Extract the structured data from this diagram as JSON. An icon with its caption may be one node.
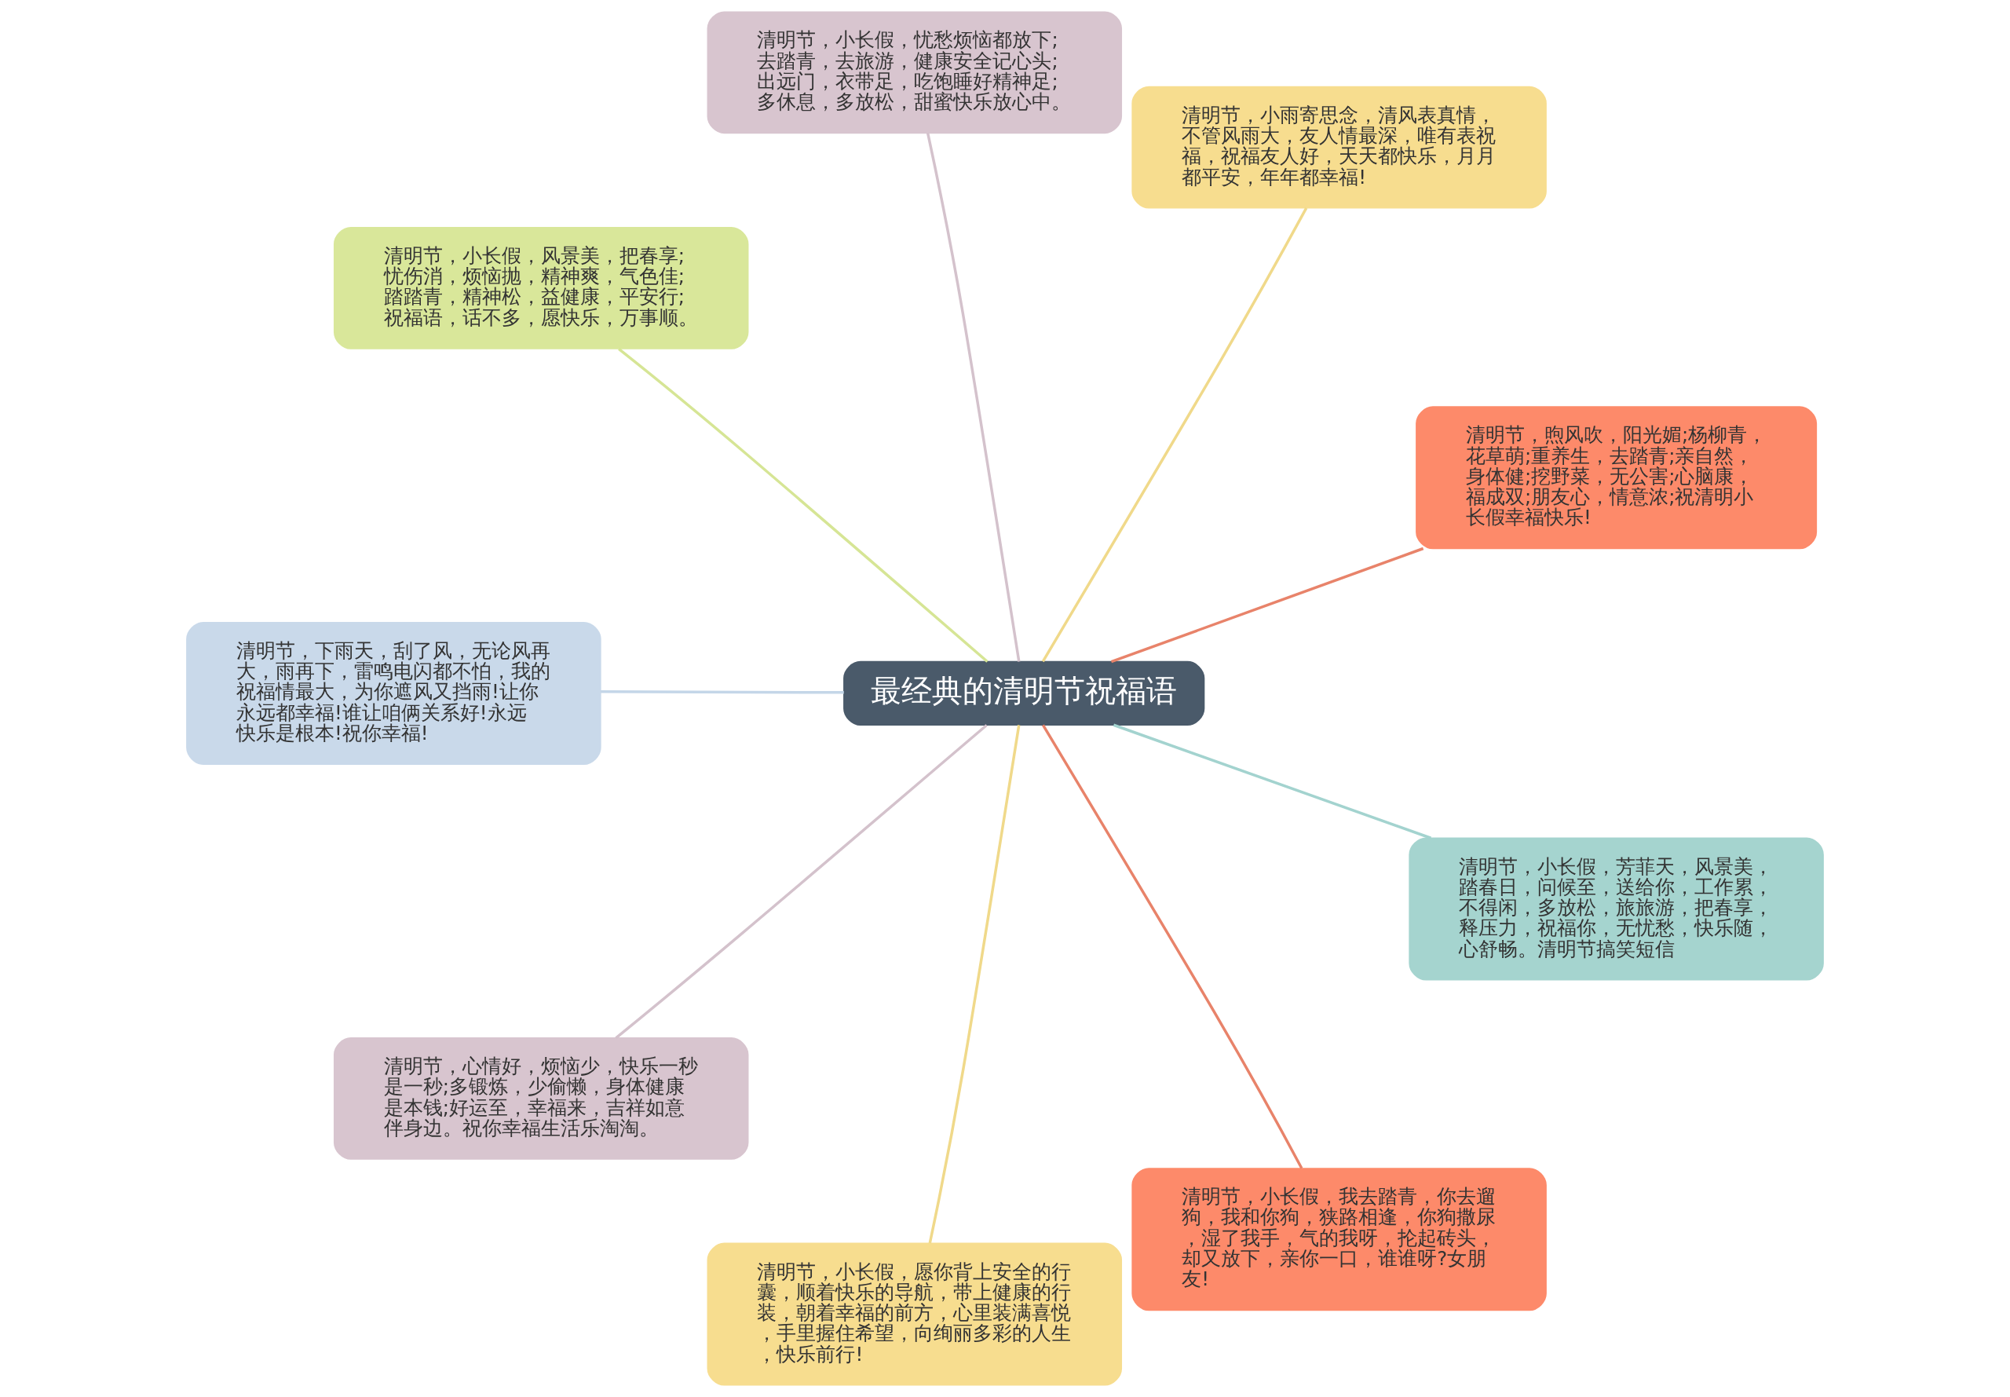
{
  "diagram": {
    "nodes": [
      {
        "text": [
          "最经典的清明节祝福语"
        ]
      },
      {
        "text": [
          "清明节，煦风吹，阳光媚;杨柳青，花草萌;重养生，去踏青;亲自然，身体健;挖野菜，无公害;心脑康，福成双;朋友心，情意浓;祝清明小长假幸福快乐!"
        ]
      },
      {
        "text": [
          "清明节，小雨寄思念，清风表真情，不管风雨大，友人情最深，唯有表祝福，祝福友人好，天天都快乐，月月都平安，年年都幸福!"
        ]
      },
      {
        "text": [
          "清明节，小长假，忧愁烦恼都放下;去踏青，去旅游，健康安全记心头;出远门，衣带足，吃饱睡好精神足;多休息，多放松，甜蜜快乐放心中。"
        ]
      },
      {
        "text": [
          "清明节，小长假，风景美，把春享;忧伤消，烦恼抛，精神爽，气色佳;踏踏青，精神松，益健康，平安行;祝福语，话不多，愿快乐，万事顺。"
        ]
      },
      {
        "text": [
          "清明节，下雨天，刮了风，无论风再大，雨再下，雷鸣电闪都不怕，我的祝福情最大，为你遮风又挡雨!让你永远都幸福!谁让咱俩关系好!永远快乐是根本!祝你幸福!"
        ]
      },
      {
        "text": [
          "清明节，心情好，烦恼少，快乐一秒是一秒;多锻炼，少偷懒，身体健康是本钱;好运至，幸福来，吉祥如意伴身边。祝你幸福生活乐淘淘。"
        ]
      },
      {
        "text": [
          "清明节，小长假，愿你背上安全的行囊，顺着快乐的导航，带上健康的行装，朝着幸福的前方，心里装满喜悦，手里握住希望，向绚丽多彩的人生，快乐前行!"
        ]
      },
      {
        "text": [
          "清明节，小长假，我去踏青，你去遛狗，我和你狗，狭路相逢，你狗撒尿，湿了我手，气的我呀，抡起砖头，却又放下，亲你一口，谁谁呀?女朋友!"
        ]
      },
      {
        "text": [
          "清明节，小长假，芳菲天，风景美，踏春日，问候至，送给你，工作累，不得闲，多放松，旅旅游，把春享，释压力，祝福你，无忧愁，快乐随，心舒畅。清明节搞笑短信"
        ]
      }
    ],
    "edges": [
      {
        "from": 0,
        "to": 1,
        "arrow": "none",
        "color": "#e8836a"
      },
      {
        "from": 0,
        "to": 2,
        "arrow": "none",
        "color": "#f0d98a"
      },
      {
        "from": 0,
        "to": 3,
        "arrow": "none",
        "color": "#d4c2cc"
      },
      {
        "from": 0,
        "to": 4,
        "arrow": "none",
        "color": "#d6e595"
      },
      {
        "from": 0,
        "to": 5,
        "arrow": "none",
        "color": "#c4d6e8"
      },
      {
        "from": 0,
        "to": 6,
        "arrow": "none",
        "color": "#d4c2cc"
      },
      {
        "from": 0,
        "to": 7,
        "arrow": "none",
        "color": "#f0d98a"
      },
      {
        "from": 0,
        "to": 8,
        "arrow": "none",
        "color": "#e8836a"
      },
      {
        "from": 0,
        "to": 9,
        "arrow": "none",
        "color": "#a3d3cf"
      }
    ]
  }
}
